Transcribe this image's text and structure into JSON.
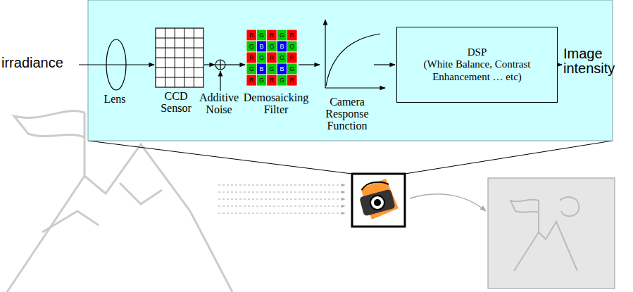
{
  "diagram": {
    "nodes": [
      {
        "text": [
          "DSP",
          "(White Balance, Contrast Enhancement … etc)"
        ]
      }
    ],
    "labels": [
      "irradiance",
      "Lens",
      "CCD Sensor",
      "Additive Noise",
      "Demosaicking Filter",
      "Camera Response Function",
      "Image intensity",
      "R",
      "G",
      "R",
      "G",
      "R",
      "G",
      "B",
      "G",
      "B",
      "G",
      "R",
      "G",
      "R",
      "G",
      "R",
      "G",
      "B",
      "G",
      "B",
      "G",
      "R",
      "G",
      "R",
      "G",
      "R"
    ]
  }
}
